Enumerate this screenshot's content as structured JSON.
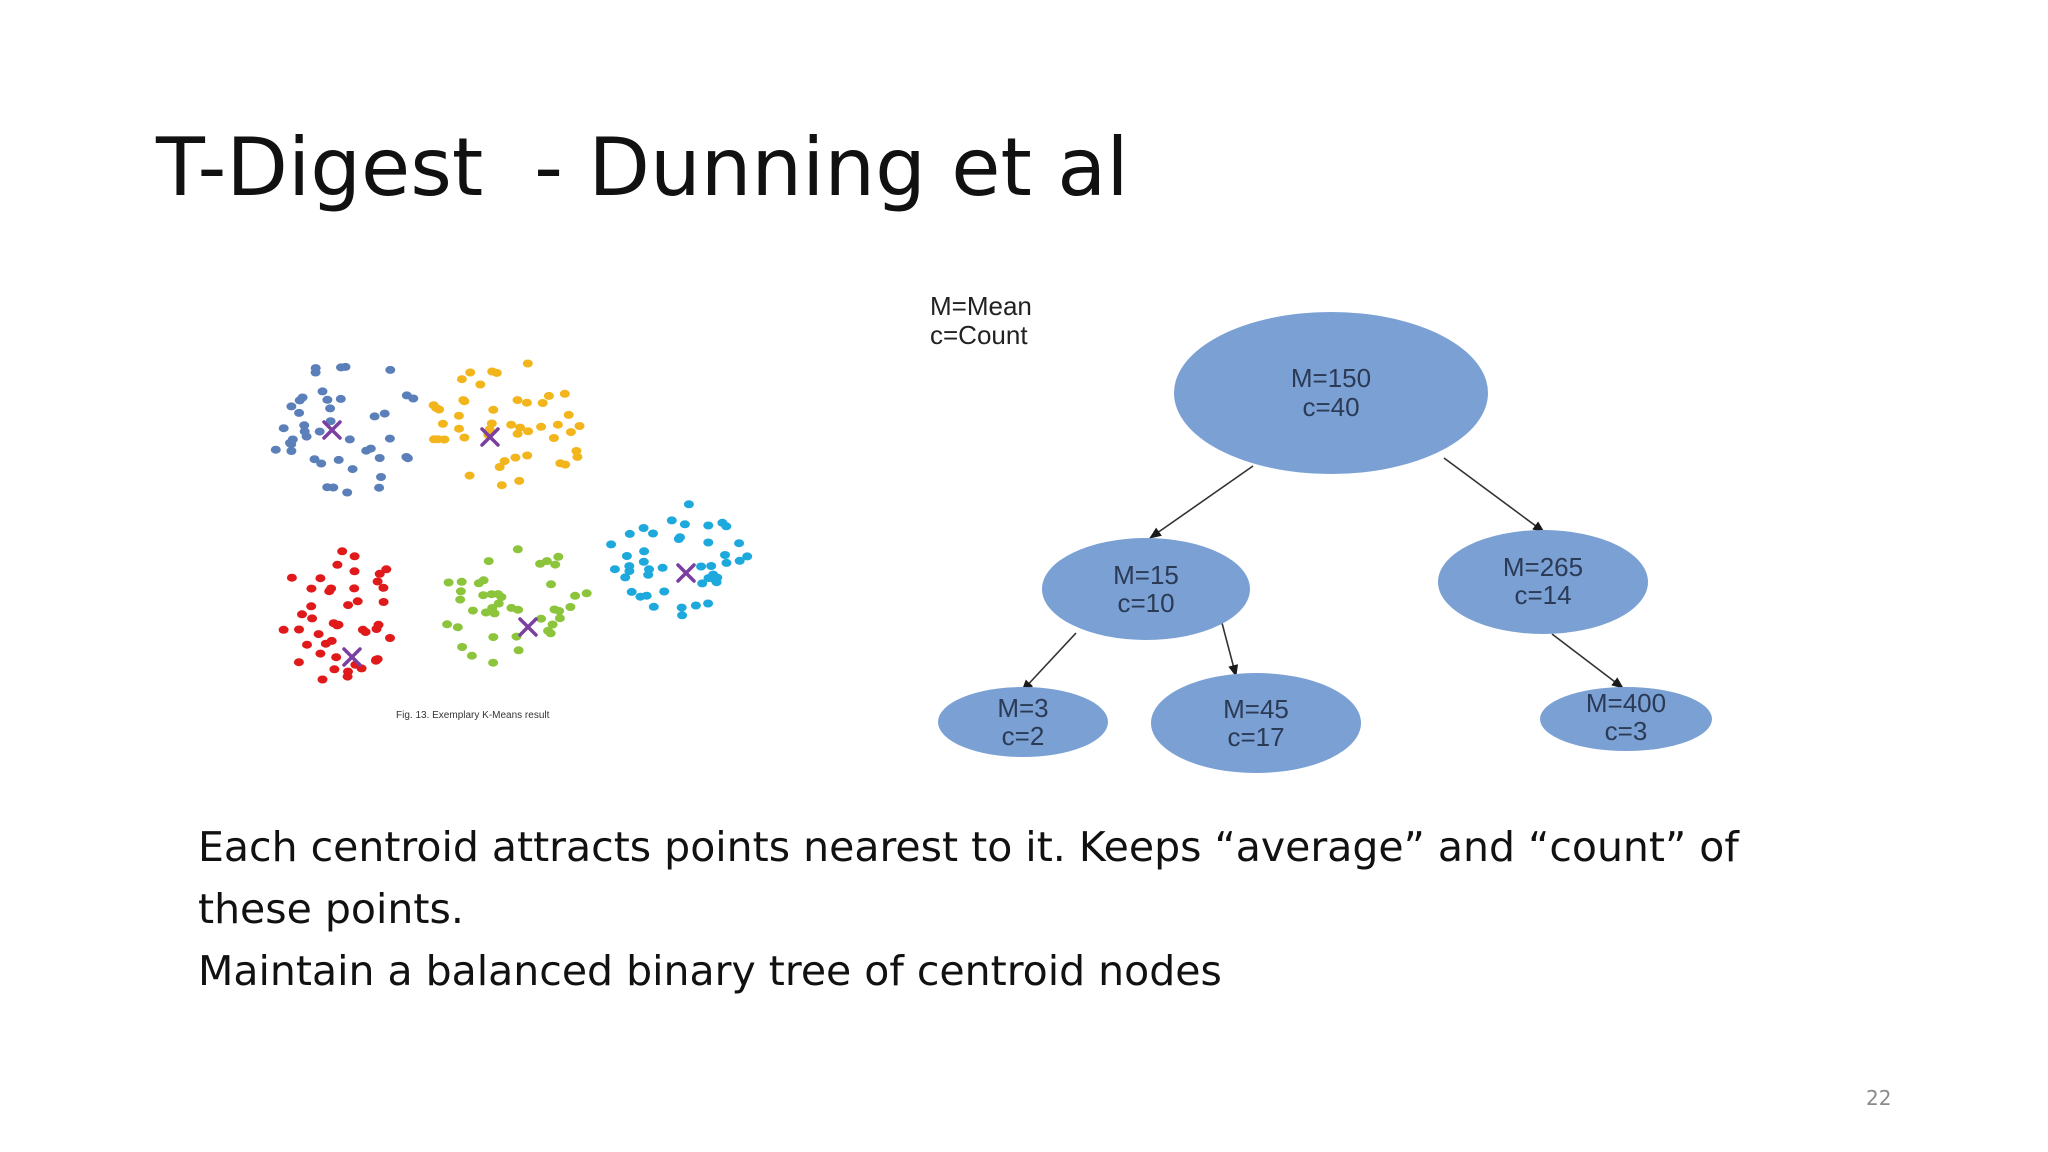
{
  "slide": {
    "title": "T-Digest  - Dunning et al",
    "page_number": "22",
    "body_lines": [
      "Each centroid attracts points nearest to it.  Keeps “average” and “count” of",
      "these points.",
      "Maintain a balanced binary tree of centroid nodes"
    ]
  },
  "kmeans_figure": {
    "caption": "Fig. 13. Exemplary K-Means result",
    "cluster_colors": [
      "#5b7fb8",
      "#f2b51c",
      "#e01a1a",
      "#8cc43c",
      "#1ea9dc"
    ],
    "centroid_color": "#7a3fa0"
  },
  "tree": {
    "legend": [
      "M=Mean",
      "c=Count"
    ],
    "node_color": "#7aa0d4",
    "nodes": [
      {
        "id": "root",
        "mean": "M=150",
        "count": "c=40"
      },
      {
        "id": "left",
        "mean": "M=15",
        "count": "c=10"
      },
      {
        "id": "right",
        "mean": "M=265",
        "count": "c=14"
      },
      {
        "id": "left-left",
        "mean": "M=3",
        "count": "c=2"
      },
      {
        "id": "left-right",
        "mean": "M=45",
        "count": "c=17"
      },
      {
        "id": "right-right",
        "mean": "M=400",
        "count": "c=3"
      }
    ]
  }
}
